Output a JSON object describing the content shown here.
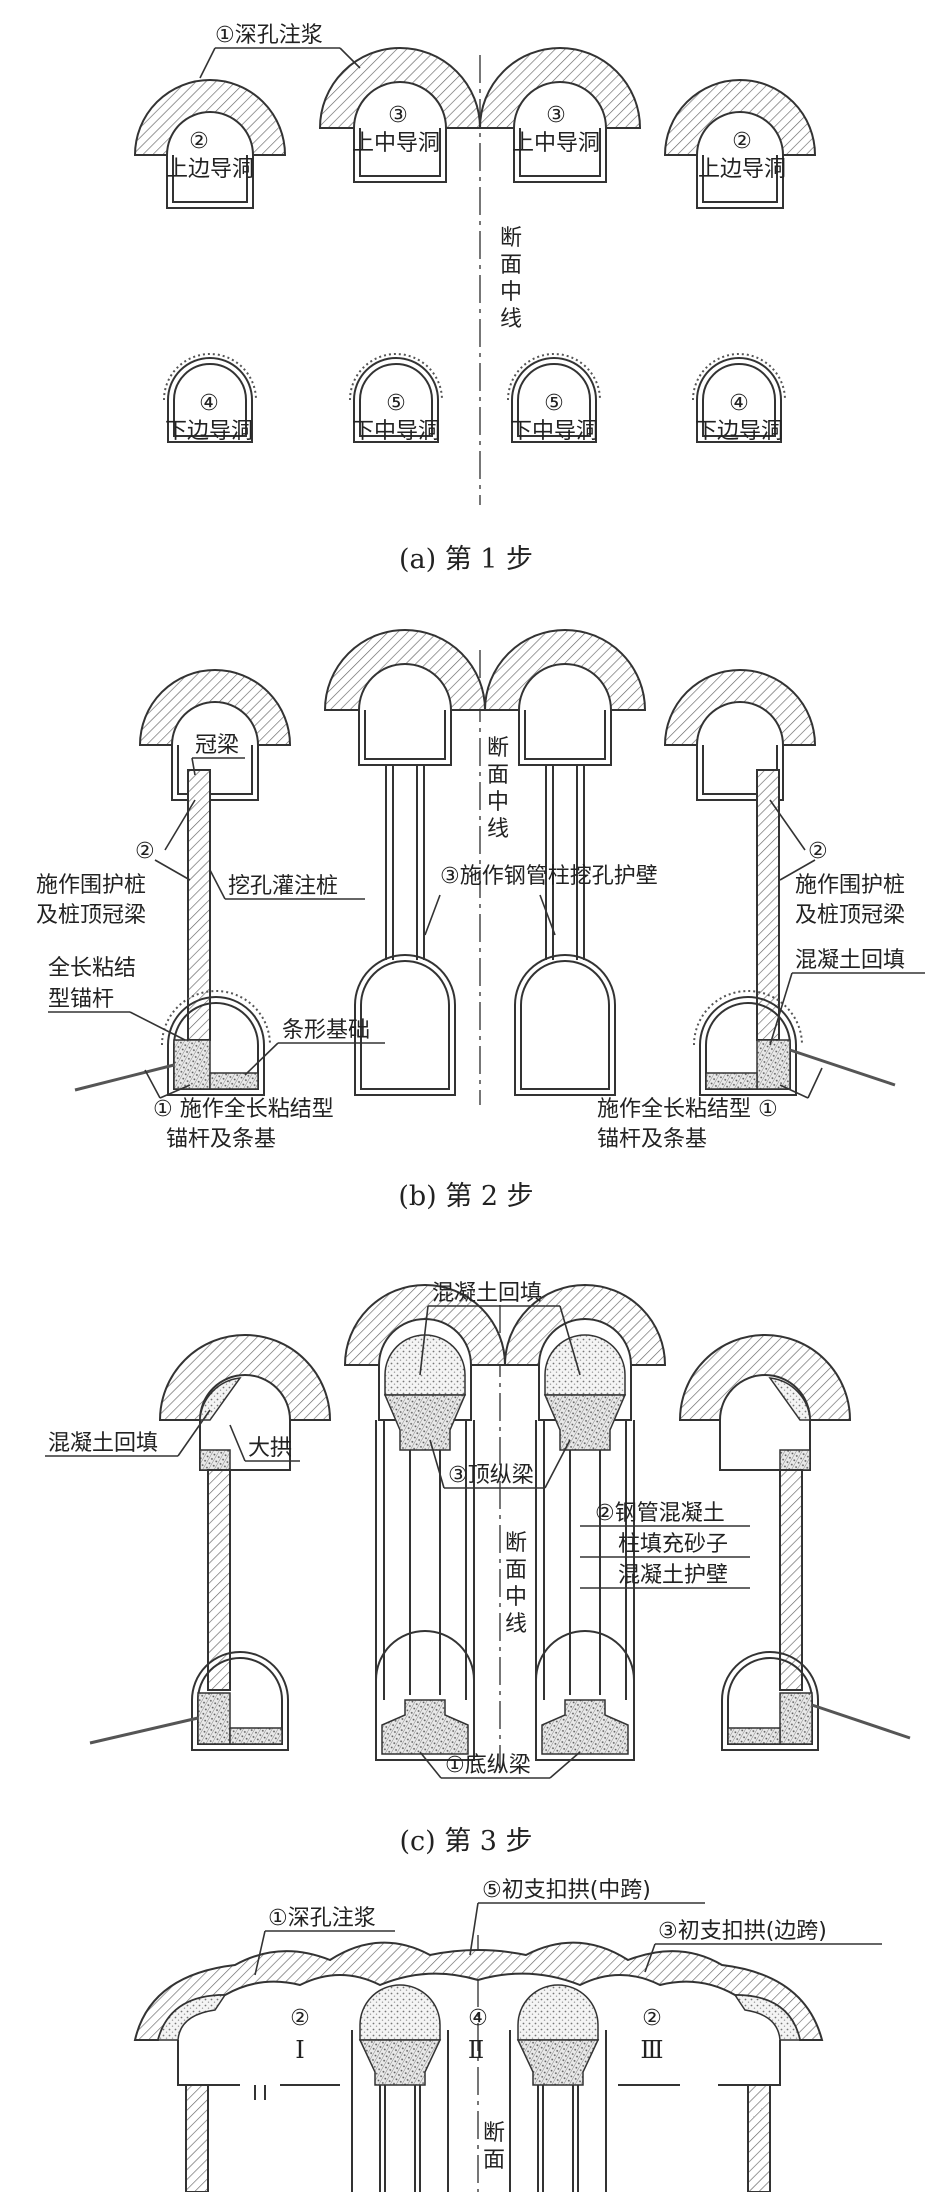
{
  "centerline": "断面中线",
  "panel_a": {
    "caption": "(a)  第 1 步",
    "grouting": "①深孔注浆",
    "upper_side_left": {
      "num": "②",
      "name": "上边导洞"
    },
    "upper_mid_left": {
      "num": "③",
      "name": "上中导洞"
    },
    "upper_mid_right": {
      "num": "③",
      "name": "上中导洞"
    },
    "upper_side_right": {
      "num": "②",
      "name": "上边导洞"
    },
    "lower_side_left": {
      "num": "④",
      "name": "下边导洞"
    },
    "lower_mid_left": {
      "num": "⑤",
      "name": "下中导洞"
    },
    "lower_mid_right": {
      "num": "⑤",
      "name": "下中导洞"
    },
    "lower_side_right": {
      "num": "④",
      "name": "下边导洞"
    }
  },
  "panel_b": {
    "caption": "(b)  第 2 步",
    "crown_beam": "冠梁",
    "pile_left_num": "②",
    "pile_left_l1": "施作围护桩",
    "pile_left_l2": "及桩顶冠梁",
    "bored_pile": "挖孔灌注桩",
    "steel_pipe": "③施作钢管柱挖孔护壁",
    "pile_right_num": "②",
    "pile_right_l1": "施作围护桩",
    "pile_right_l2": "及桩顶冠梁",
    "backfill": "混凝土回填",
    "anchor_l1": "全长粘结",
    "anchor_l2": "型锚杆",
    "strip": "条形基础",
    "step1_left_l1": "① 施作全长粘结型",
    "step1_left_l2": "锚杆及条基",
    "step1_right_l1": "施作全长粘结型 ①",
    "step1_right_l2": "锚杆及条基"
  },
  "panel_c": {
    "caption": "(c)  第 3 步",
    "backfill_top": "混凝土回填",
    "backfill_left": "混凝土回填",
    "big_arch": "大拱",
    "top_beam": "③顶纵梁",
    "cfst_l1": "②钢管混凝土",
    "cfst_l2": "柱填充砂子",
    "cfst_l3": "混凝土护壁",
    "bottom_beam": "①底纵梁"
  },
  "panel_d": {
    "grouting": "①深孔注浆",
    "mid_span": "⑤初支扣拱(中跨)",
    "side_span": "③初支扣拱(边跨)",
    "n_left": "②",
    "n_mid": "④",
    "n_right": "②",
    "r_left": "Ⅰ",
    "r_mid": "Ⅱ",
    "r_right": "Ⅲ"
  }
}
